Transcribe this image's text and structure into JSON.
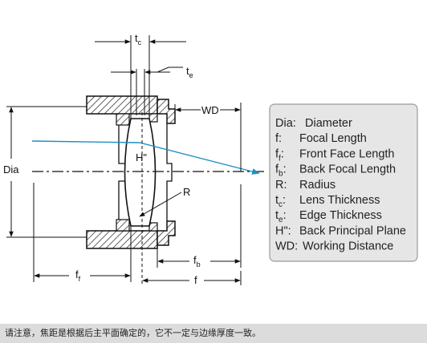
{
  "labels": {
    "tc_main": "t",
    "tc_sub": "c",
    "te_main": "t",
    "te_sub": "e",
    "wd": "WD",
    "dia": "Dia",
    "h": "H\"",
    "r": "R",
    "ff_main": "f",
    "ff_sub": "f",
    "fb_main": "f",
    "fb_sub": "b",
    "f": "f"
  },
  "legend": [
    {
      "key": "Dia:",
      "key_sub": "",
      "key_tail": "",
      "desc": "Diameter"
    },
    {
      "key": "f:",
      "key_sub": "",
      "key_tail": "",
      "desc": "Focal Length"
    },
    {
      "key": "f",
      "key_sub": "f",
      "key_tail": ":",
      "desc": "Front Face Length"
    },
    {
      "key": "f",
      "key_sub": "b",
      "key_tail": ":",
      "desc": "Back Focal Length"
    },
    {
      "key": "R:",
      "key_sub": "",
      "key_tail": "",
      "desc": "Radius"
    },
    {
      "key": "t",
      "key_sub": "c",
      "key_tail": ":",
      "desc": "Lens Thickness"
    },
    {
      "key": "t",
      "key_sub": "e",
      "key_tail": ":",
      "desc": "Edge Thickness"
    },
    {
      "key": "H\":",
      "key_sub": "",
      "key_tail": "",
      "desc": "Back Principal Plane"
    },
    {
      "key": "WD:",
      "key_sub": "",
      "key_tail": "",
      "desc": "Working Distance"
    }
  ],
  "footer": {
    "note": "请注意，焦距是根据后主平面确定的，它不一定与边缘厚度一致。"
  },
  "colors": {
    "ray": "#1f8fc6",
    "legend_bg": "#e6e6e6",
    "footer_bg": "#dcdcdc"
  }
}
